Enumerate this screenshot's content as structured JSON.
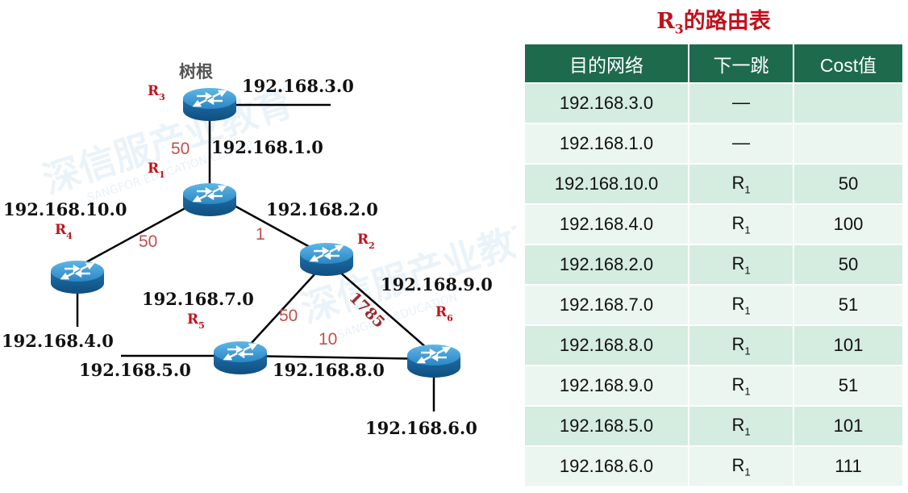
{
  "diagram": {
    "root_label": "树根",
    "routers": [
      {
        "id": "R3",
        "letter": "R",
        "num": "3"
      },
      {
        "id": "R1",
        "letter": "R",
        "num": "1"
      },
      {
        "id": "R4",
        "letter": "R",
        "num": "4"
      },
      {
        "id": "R2",
        "letter": "R",
        "num": "2"
      },
      {
        "id": "R5",
        "letter": "R",
        "num": "5"
      },
      {
        "id": "R6",
        "letter": "R",
        "num": "6"
      }
    ],
    "networks": {
      "n3": "192.168.3.0",
      "n1": "192.168.1.0",
      "n10": "192.168.10.0",
      "n2": "192.168.2.0",
      "n9": "192.168.9.0",
      "n7": "192.168.7.0",
      "n4": "192.168.4.0",
      "n5": "192.168.5.0",
      "n8": "192.168.8.0",
      "n6": "192.168.6.0"
    },
    "costs": {
      "r3_r1": "50",
      "r1_r4": "50",
      "r1_r2": "1",
      "r2_r5": "50",
      "r2_r6": "1785",
      "r5_r6": "10"
    },
    "watermark": {
      "text1": "深信服产业教育",
      "text2": "深信服产业教育",
      "text3": "SANGFOR EDUCATION CENTER",
      "text4": "SANGFOR EDUCATION"
    }
  },
  "routing_table": {
    "title_main": "R",
    "title_sub": "3",
    "title_rest": "的路由表",
    "headers": [
      "目的网络",
      "下一跳",
      "Cost值"
    ],
    "rows": [
      {
        "dest": "192.168.3.0",
        "hop": "—",
        "hop_sub": "",
        "cost": ""
      },
      {
        "dest": "192.168.1.0",
        "hop": "—",
        "hop_sub": "",
        "cost": ""
      },
      {
        "dest": "192.168.10.0",
        "hop": "R",
        "hop_sub": "1",
        "cost": "50"
      },
      {
        "dest": "192.168.4.0",
        "hop": "R",
        "hop_sub": "1",
        "cost": "100"
      },
      {
        "dest": "192.168.2.0",
        "hop": "R",
        "hop_sub": "1",
        "cost": "50"
      },
      {
        "dest": "192.168.7.0",
        "hop": "R",
        "hop_sub": "1",
        "cost": "51"
      },
      {
        "dest": "192.168.8.0",
        "hop": "R",
        "hop_sub": "1",
        "cost": "101"
      },
      {
        "dest": "192.168.9.0",
        "hop": "R",
        "hop_sub": "1",
        "cost": "51"
      },
      {
        "dest": "192.168.5.0",
        "hop": "R",
        "hop_sub": "1",
        "cost": "101"
      },
      {
        "dest": "192.168.6.0",
        "hop": "R",
        "hop_sub": "1",
        "cost": "111"
      }
    ]
  }
}
